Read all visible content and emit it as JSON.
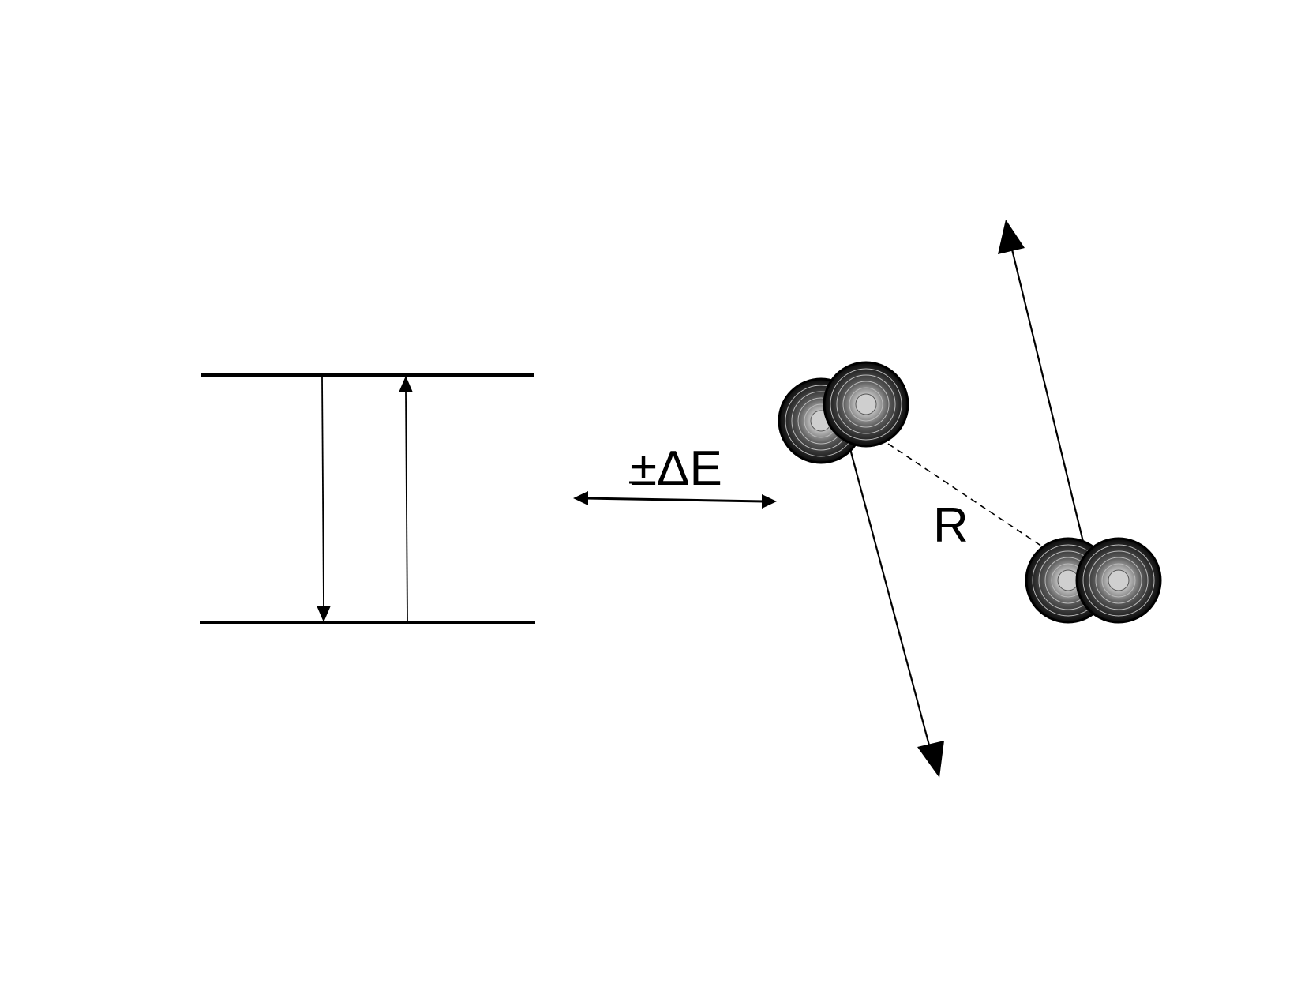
{
  "energy_exchange_label": "±ΔE",
  "distance_label": "R",
  "colors": {
    "stroke": "#000000",
    "atom_dark": "#0a0a0a",
    "atom_core": "#cfcfcf",
    "background": "#ffffff"
  },
  "icons": {
    "double_arrow": "double-headed-arrow",
    "molecule": "diatomic-molecule"
  }
}
